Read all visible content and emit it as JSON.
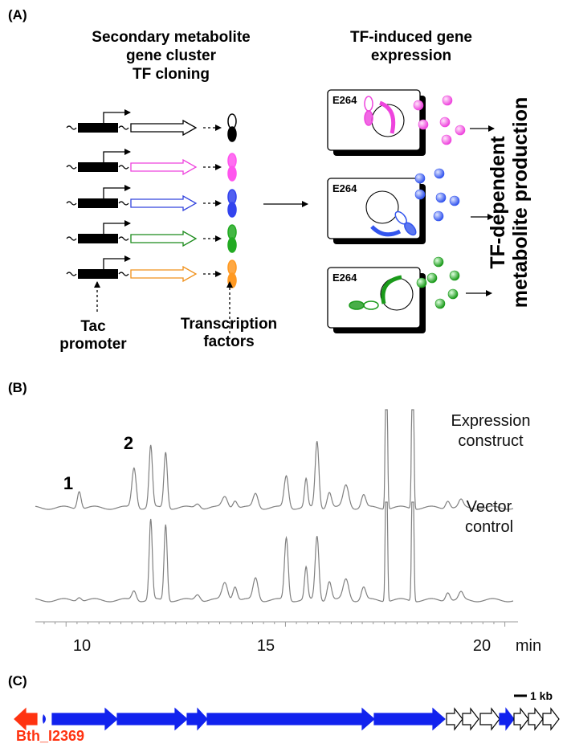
{
  "panel_a": {
    "label": "(A)",
    "heading_left": [
      "Secondary metabolite",
      "gene cluster",
      "TF cloning"
    ],
    "heading_right": [
      "TF-induced gene",
      "expression"
    ],
    "tac_label": [
      "Tac",
      "promoter"
    ],
    "tf_label": [
      "Transcription",
      "factors"
    ],
    "cell_label": "E264",
    "side_label": [
      "TF-dependent",
      "metabolite production"
    ],
    "rows": [
      {
        "color": "#000000",
        "fill": "#ffffff"
      },
      {
        "color": "#ee44dd",
        "fill": "#ffffff"
      },
      {
        "color": "#3344dd",
        "fill": "#ffffff"
      },
      {
        "color": "#1a8a1a",
        "fill": "#ffffff"
      },
      {
        "color": "#f0901a",
        "fill": "#ffffff"
      }
    ],
    "tf_colors": [
      "#000000",
      "#ff55ee",
      "#3344ee",
      "#22aa22",
      "#ff9922"
    ],
    "cells": [
      {
        "color": "#ee44dd"
      },
      {
        "color": "#3355ee"
      },
      {
        "color": "#1a9a1a"
      }
    ]
  },
  "panel_b": {
    "label": "(B)",
    "trace_labels": [
      [
        "Expression",
        "construct"
      ],
      [
        "Vector",
        "control"
      ]
    ],
    "peak_labels": [
      "1",
      "2"
    ],
    "x_ticks": [
      "10",
      "15",
      "20"
    ],
    "x_unit": "min",
    "x_range": [
      9.3,
      20.3
    ]
  },
  "panel_c": {
    "label": "(C)",
    "scale_label": "1 kb",
    "gene_label": "Bth_I2369",
    "colors": {
      "red": "#ff3311",
      "blue": "#1122ee",
      "white": "#ffffff"
    }
  }
}
